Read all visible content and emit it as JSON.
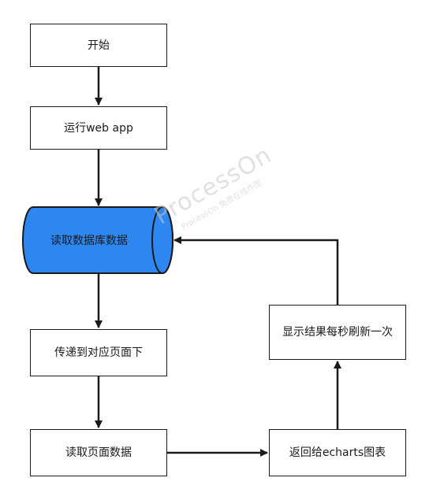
{
  "nodes": {
    "start": "开始",
    "run_app": "运行web app",
    "read_db": "读取数据库数据",
    "pass_page": "传递到对应页面下",
    "read_page": "读取页面数据",
    "return_echarts": "返回给echarts图表",
    "display": "显示结果每秒刷新一次"
  },
  "watermark": {
    "line1": "ProcessOn",
    "line2": "ProcessOn 免费在线作图"
  },
  "colors": {
    "database_fill": "#2E87F0",
    "stroke": "#1a1a1a"
  }
}
